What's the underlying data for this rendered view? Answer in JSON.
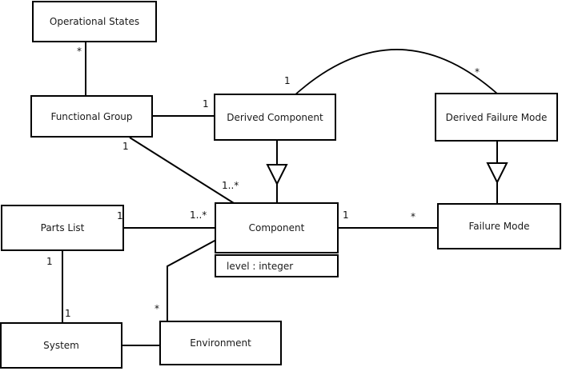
{
  "diagram": {
    "type": "uml-class-diagram",
    "line_color": "#000000",
    "background_color": "#ffffff",
    "classes": {
      "operational_states": {
        "label": "Operational States"
      },
      "functional_group": {
        "label": "Functional Group"
      },
      "derived_component": {
        "label": "Derived Component"
      },
      "derived_failure_mode": {
        "label": "Derived Failure Mode"
      },
      "parts_list": {
        "label": "Parts List"
      },
      "component": {
        "label": "Component",
        "attribute": "level : integer"
      },
      "failure_mode": {
        "label": "Failure Mode"
      },
      "system": {
        "label": "System"
      },
      "environment": {
        "label": "Environment"
      }
    },
    "multiplicities": {
      "operational_states_end": "*",
      "derived_component_from_functional_group": "1",
      "functional_group_to_component": "1",
      "component_from_functional_group": "1..*",
      "derived_component_arc_end": "1",
      "derived_failure_mode_arc_end": "*",
      "parts_list_to_component": "1",
      "component_from_parts_list": "1..*",
      "component_to_failure_mode": "1",
      "failure_mode_from_component": "*",
      "parts_list_to_system": "1",
      "system_from_parts_list": "1",
      "environment_from_component": "*"
    }
  }
}
